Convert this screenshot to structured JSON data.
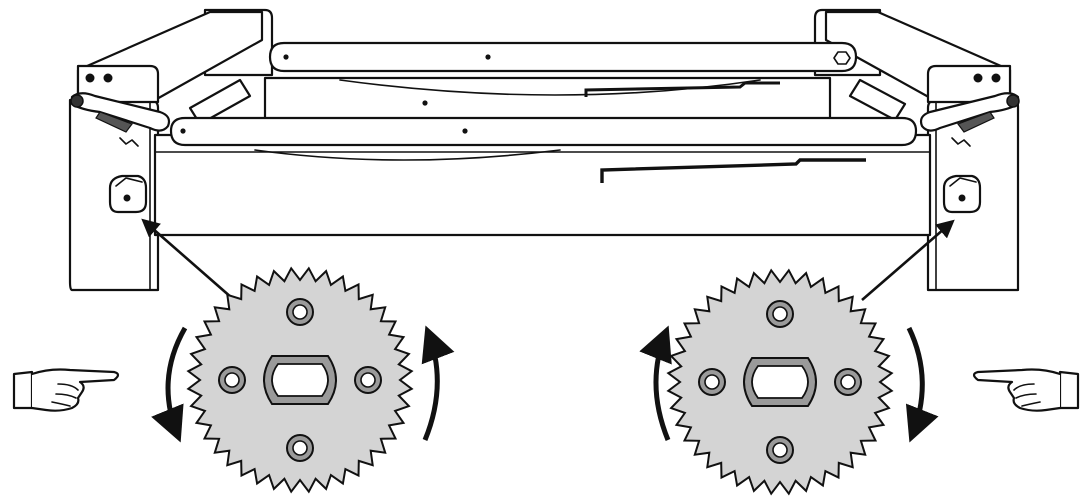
{
  "diagram": {
    "colors": {
      "line": "#111111",
      "paper": "#ffffff",
      "gear_fill": "#d4d4d4",
      "gear_ring": "#9a9a9a",
      "shadow": "#e6e6e6"
    },
    "icons": {
      "hand_left": "pointing-hand-right-icon",
      "hand_right": "pointing-hand-left-icon",
      "gear": "gear-icon",
      "arrow": "arrow-icon"
    },
    "gears": [
      {
        "side": "left",
        "rotation": "counterclockwise"
      },
      {
        "side": "right",
        "rotation": "clockwise"
      }
    ]
  }
}
